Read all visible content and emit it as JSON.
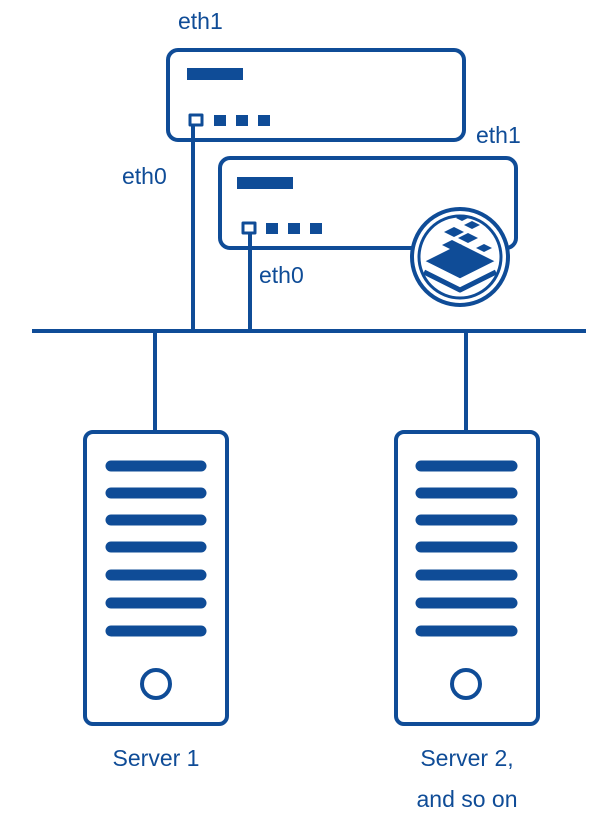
{
  "colors": {
    "stroke": "#0f4c97",
    "background": "#ffffff"
  },
  "firewall_top": {
    "eth1_label": "eth1",
    "eth0_label": "eth0"
  },
  "firewall_bottom": {
    "eth1_label": "eth1",
    "eth0_label": "eth0",
    "logo_icon": "stacked-layers-logo-icon"
  },
  "servers": [
    {
      "label": "Server 1"
    },
    {
      "label_line1": "Server 2,",
      "label_line2": "and so on"
    }
  ]
}
